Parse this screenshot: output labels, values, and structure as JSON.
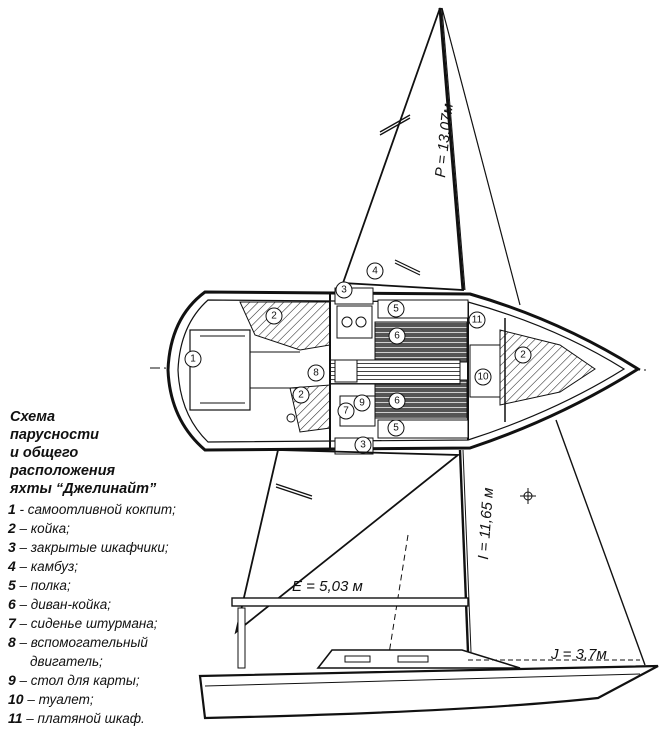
{
  "caption": {
    "lines": [
      "Схема",
      "парусности",
      "и общего",
      "расположения",
      "яхты “Джелинайт”"
    ]
  },
  "legend": [
    {
      "num": "1",
      "text": " - самоотливной кокпит;"
    },
    {
      "num": "2",
      "text": " – койка;"
    },
    {
      "num": "3",
      "text": " – закрытые шкафчики;"
    },
    {
      "num": "4",
      "text": " – камбуз;"
    },
    {
      "num": "5",
      "text": " – полка;"
    },
    {
      "num": "6",
      "text": " – диван-койка;"
    },
    {
      "num": "7",
      "text": " – сиденье штурмана;"
    },
    {
      "num": "8",
      "text": " – вспомогательный",
      "cont": "двигатель;"
    },
    {
      "num": "9",
      "text": " – стол для карты;"
    },
    {
      "num": "10",
      "text": " – туалет;"
    },
    {
      "num": "11",
      "text": " – платяной шкаф."
    }
  ],
  "dimensions": {
    "P": "P = 13,07м",
    "I": "I = 11,65 м",
    "E": "E = 5,03 м",
    "J": "J = 3,7м"
  },
  "markers": {
    "m1": "1",
    "m2a": "2",
    "m2b": "2",
    "m2c": "2",
    "m3a": "3",
    "m3b": "3",
    "m4": "4",
    "m5a": "5",
    "m5b": "5",
    "m6a": "6",
    "m6b": "6",
    "m7": "7",
    "m8": "8",
    "m9": "9",
    "m10": "10",
    "m11": "11"
  }
}
